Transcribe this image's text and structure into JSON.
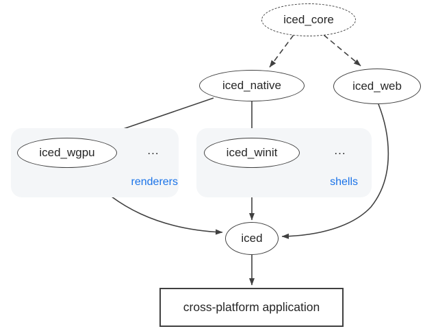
{
  "diagram": {
    "colors": {
      "edge": "#404040",
      "node_border": "#3f3f3f",
      "node_fill": "#ffffff",
      "text": "#262626",
      "group_fill": "#f4f6f8",
      "group_label": "#1a73e8",
      "bg": "#ffffff"
    },
    "nodes": {
      "iced_core": {
        "label": "iced_core",
        "shape": "ellipse",
        "border": "dashed"
      },
      "iced_native": {
        "label": "iced_native",
        "shape": "ellipse",
        "border": "solid"
      },
      "iced_web": {
        "label": "iced_web",
        "shape": "ellipse",
        "border": "solid"
      },
      "iced_wgpu": {
        "label": "iced_wgpu",
        "shape": "ellipse",
        "border": "solid"
      },
      "iced_winit": {
        "label": "iced_winit",
        "shape": "ellipse",
        "border": "solid"
      },
      "iced": {
        "label": "iced",
        "shape": "ellipse",
        "border": "solid"
      },
      "app": {
        "label": "cross-platform application",
        "shape": "rect",
        "border": "solid"
      }
    },
    "groups": {
      "renderers": {
        "label": "renderers",
        "ellipsis": "...",
        "contains": [
          "iced_wgpu"
        ]
      },
      "shells": {
        "label": "shells",
        "ellipsis": "...",
        "contains": [
          "iced_winit"
        ]
      }
    },
    "edges": [
      {
        "from": "iced_core",
        "to": "iced_native",
        "style": "dashed"
      },
      {
        "from": "iced_core",
        "to": "iced_web",
        "style": "dashed"
      },
      {
        "from": "iced_native",
        "to": "iced_wgpu",
        "style": "solid"
      },
      {
        "from": "iced_native",
        "to": "iced_winit",
        "style": "solid"
      },
      {
        "from": "iced_wgpu",
        "to": "iced",
        "style": "solid"
      },
      {
        "from": "iced_winit",
        "to": "iced",
        "style": "solid"
      },
      {
        "from": "iced_web",
        "to": "iced",
        "style": "solid"
      },
      {
        "from": "iced",
        "to": "app",
        "style": "solid"
      }
    ]
  }
}
